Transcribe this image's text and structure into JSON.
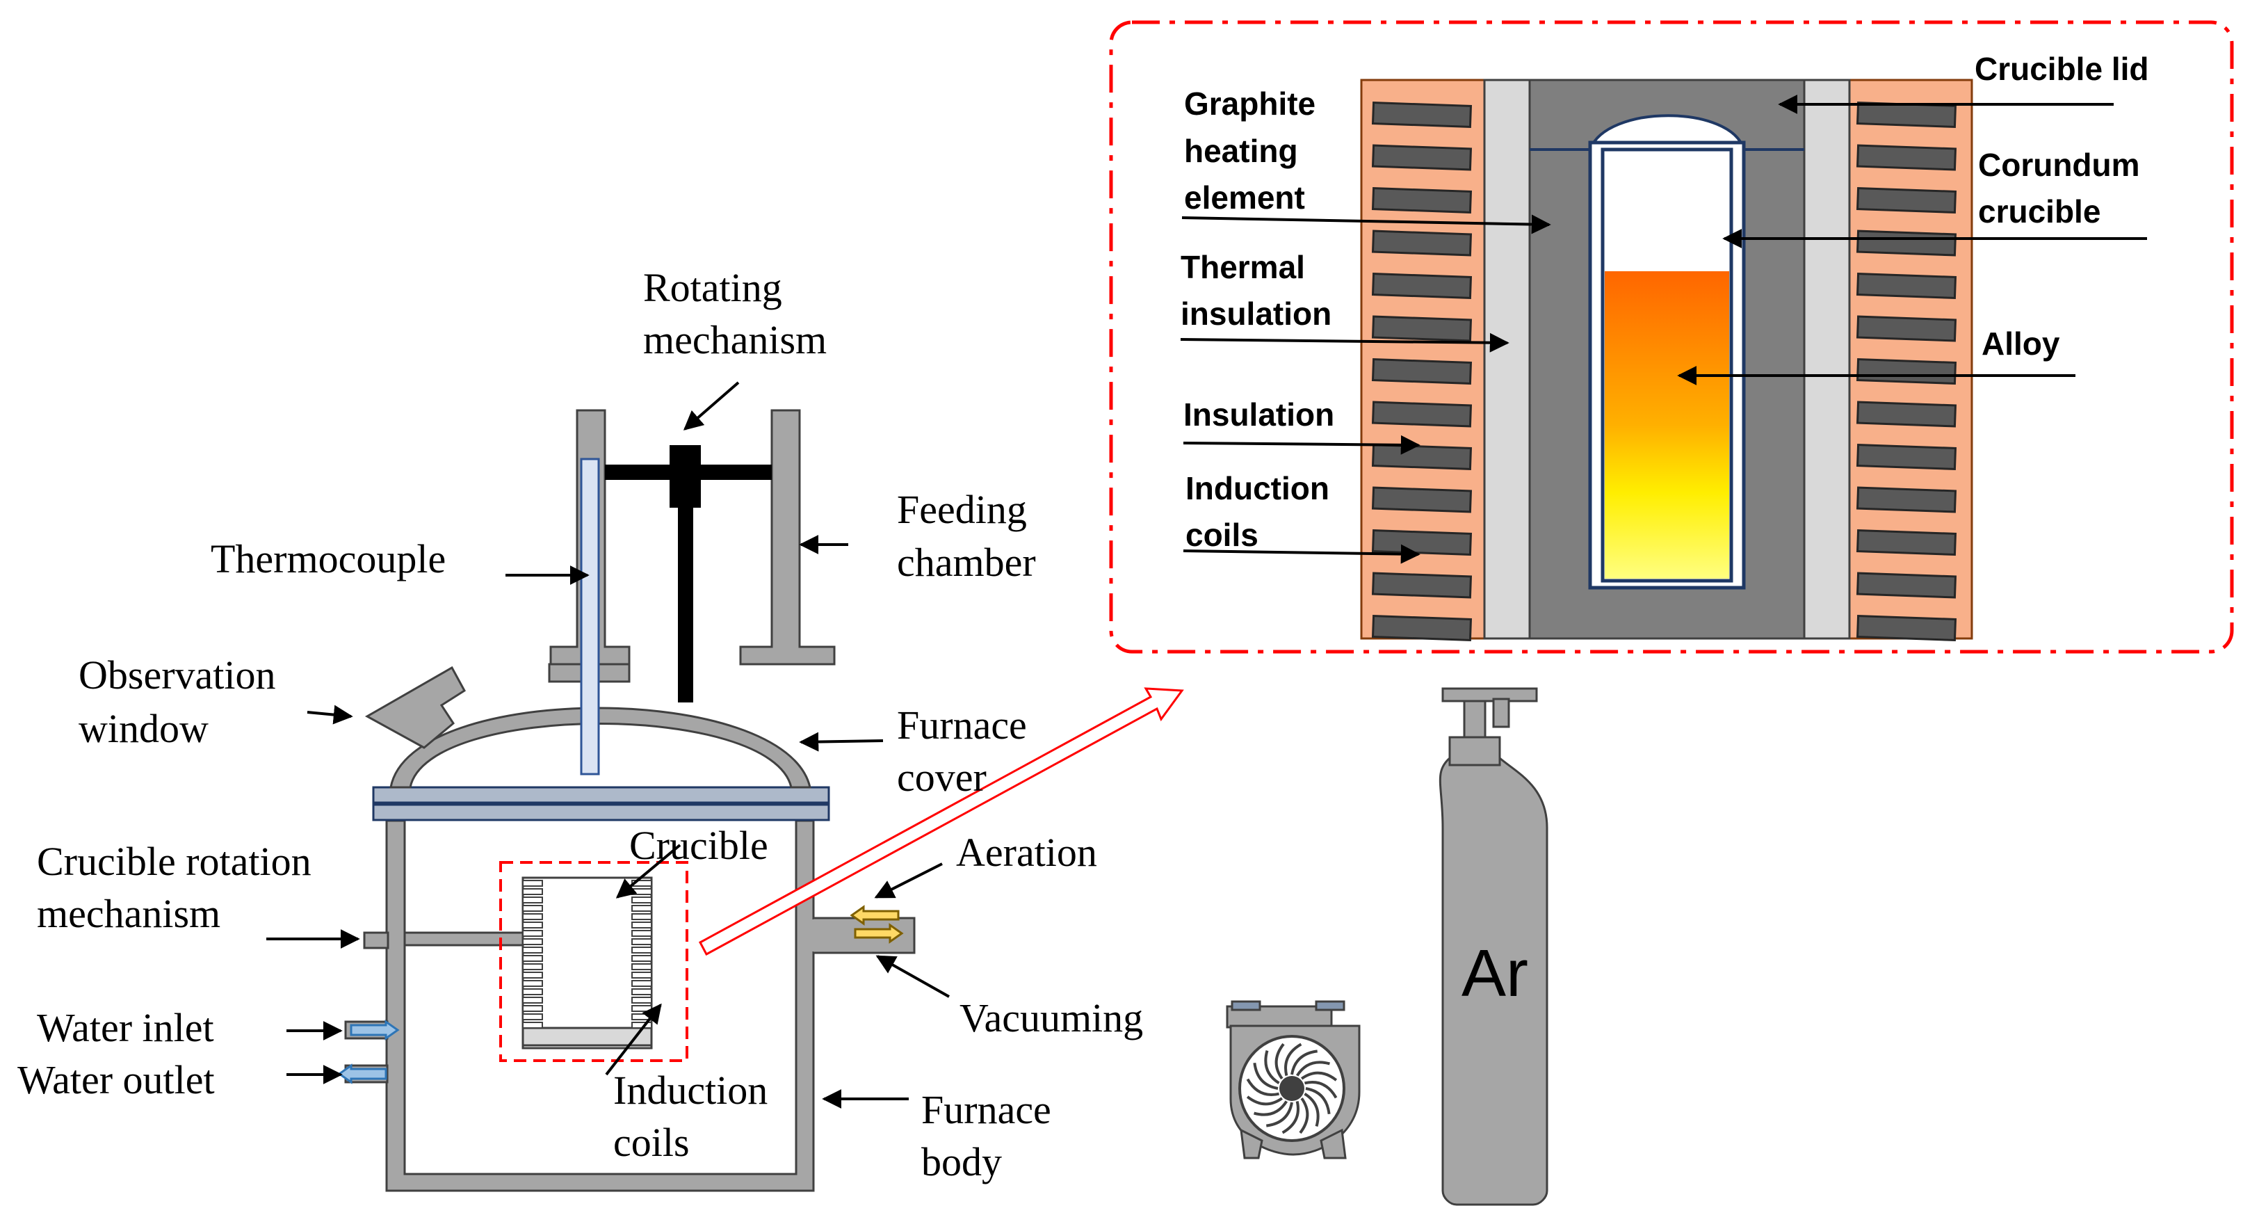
{
  "labels": {
    "rotating_mechanism": [
      "Rotating",
      "mechanism"
    ],
    "feeding_chamber": [
      "Feeding",
      "chamber"
    ],
    "thermocouple": "Thermocouple",
    "observation_window": [
      "Observation",
      "window"
    ],
    "furnace_cover": [
      "Furnace",
      "cover"
    ],
    "crucible": "Crucible",
    "aeration": "Aeration",
    "crucible_rotation_mechanism": [
      "Crucible rotation",
      "mechanism"
    ],
    "vacuuming": "Vacuuming",
    "water_inlet": "Water inlet",
    "water_outlet": "Water outlet",
    "induction_coils": [
      "Induction",
      "coils"
    ],
    "furnace_body": [
      "Furnace",
      "body"
    ]
  },
  "inset_labels": {
    "crucible_lid": "Crucible lid",
    "graphite_heating_element": [
      "Graphite",
      "heating",
      "element"
    ],
    "corundum_crucible": [
      "Corundum",
      "crucible"
    ],
    "thermal_insulation": [
      "Thermal",
      "insulation"
    ],
    "alloy": "Alloy",
    "insulation": "Insulation",
    "induction_coils": [
      "Induction",
      "coils"
    ]
  },
  "gas_cylinder_label": "Ar",
  "colors": {
    "furnace_gray": "#a6a6a6",
    "outline": "#333333",
    "dash_red": "#ff0000",
    "insulation_orange": "#f8b08a",
    "graphite_gray": "#7f7f7f",
    "thermal_light": "#d9d9d9",
    "crucible_blue": "#1f3864",
    "alloy_top": "#ff6600",
    "alloy_bottom": "#ffff66"
  },
  "icons": [
    "vacuum-pump-icon",
    "argon-cylinder-icon",
    "water-arrow-icon",
    "gas-arrow-icon"
  ]
}
